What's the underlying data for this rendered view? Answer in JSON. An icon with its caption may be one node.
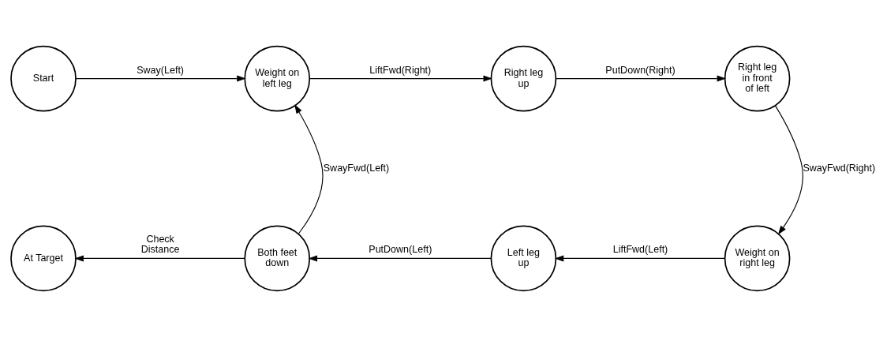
{
  "diagram": {
    "nodes": [
      {
        "text": [
          "Start"
        ]
      },
      {
        "text": [
          "Weight on left leg"
        ]
      },
      {
        "text": [
          "Right leg up"
        ]
      },
      {
        "text": [
          "Right leg in front of left"
        ]
      },
      {
        "text": [
          "At Target"
        ]
      },
      {
        "text": [
          "Both feet down"
        ]
      },
      {
        "text": [
          "Left leg up"
        ]
      },
      {
        "text": [
          "Weight on right leg"
        ]
      }
    ],
    "edges": [
      {
        "from": 0,
        "to": 1,
        "arrow": "to",
        "label": "Sway(Left)"
      },
      {
        "from": 1,
        "to": 2,
        "arrow": "to",
        "label": "LiftFwd(Right)"
      },
      {
        "from": 2,
        "to": 3,
        "arrow": "to",
        "label": "PutDown(Right)"
      },
      {
        "from": 3,
        "to": 7,
        "arrow": "to",
        "label": "SwayFwd(Right)"
      },
      {
        "from": 7,
        "to": 6,
        "arrow": "to",
        "label": "LiftFwd(Left)"
      },
      {
        "from": 6,
        "to": 5,
        "arrow": "to",
        "label": "PutDown(Left)"
      },
      {
        "from": 5,
        "to": 1,
        "arrow": "to",
        "label": "SwayFwd(Left)"
      },
      {
        "from": 5,
        "to": 4,
        "arrow": "to",
        "label": "Check Distance"
      }
    ]
  }
}
